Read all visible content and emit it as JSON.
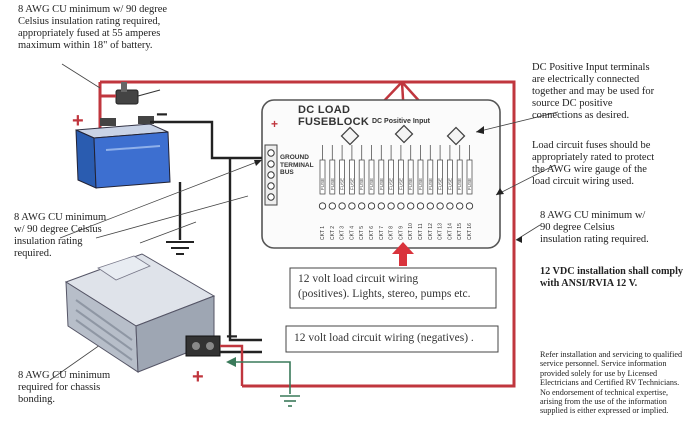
{
  "notes": {
    "top_left": "8 AWG CU minimum w/ 90 degree\nCelsius insulation rating required,\nappropriately fused at 55 amperes\nmaximum within 18\" of battery.",
    "mid_left": "8 AWG CU minimum\nw/ 90 degree Celsius\ninsulation rating\nrequired.",
    "bottom_left": "8 AWG CU minimum\nrequired for chassis\nbonding.",
    "dc_positive": "DC Positive Input terminals\nare electrically connected\ntogether and may be used for\nsource DC positive\nconnections as desired.",
    "load_fuses": "Load circuit fuses should be\nappropriately rated to protect\nthe AWG wire gauge of the\nload circuit wiring used.",
    "right_awg": "8 AWG CU minimum w/\n90 degree Celsius\ninsulation rating required.",
    "installation": "12 VDC installation shall comply\nwith ANSI/RVIA 12 V.",
    "disclaimer": "Refer installation and servicing to qualified\nservice personnel.  Service information\nprovided solely for use by Licensed\nElectricians and Certified RV Technicians.\nNo endorsement of technical expertise,\narising from the use of the information\nsupplied is either expressed or implied."
  },
  "fuseblock": {
    "title": "DC LOAD\nFUSEBLOCK",
    "dc_positive_input": "DC Positive Input",
    "ground_bus": "GROUND\nTERMINAL\nBUS",
    "fuse_labels": [
      "FUSE",
      "FUSE",
      "FUSE",
      "FUSE",
      "FUSE",
      "FUSE",
      "FUSE",
      "FUSE",
      "FUSE",
      "FUSE",
      "FUSE",
      "FUSE",
      "FUSE",
      "FUSE",
      "FUSE",
      "FUSE"
    ],
    "ckt_labels": [
      "CKT 1",
      "CKT 2",
      "CKT 3",
      "CKT 4",
      "CKT 5",
      "CKT 6",
      "CKT 7",
      "CKT 8",
      "CKT 9",
      "CKT 10",
      "CKT 11",
      "CKT 12",
      "CKT 13",
      "CKT 14",
      "CKT 15",
      "CKT 16"
    ]
  },
  "boxes": {
    "positives": "12 volt load circuit wiring\n(positives). Lights, stereo, pumps etc.",
    "negatives": "12 volt load circuit wiring (negatives) ."
  },
  "symbols": {
    "battery_plus": "+",
    "battery_minus": "−",
    "converter_plus": "+",
    "converter_minus": "−"
  },
  "colors": {
    "positive_wire": "#c0363e",
    "negative_wire": "#222222",
    "ground_wire": "#3a7a5a",
    "accent_arrow": "#d9333c"
  }
}
